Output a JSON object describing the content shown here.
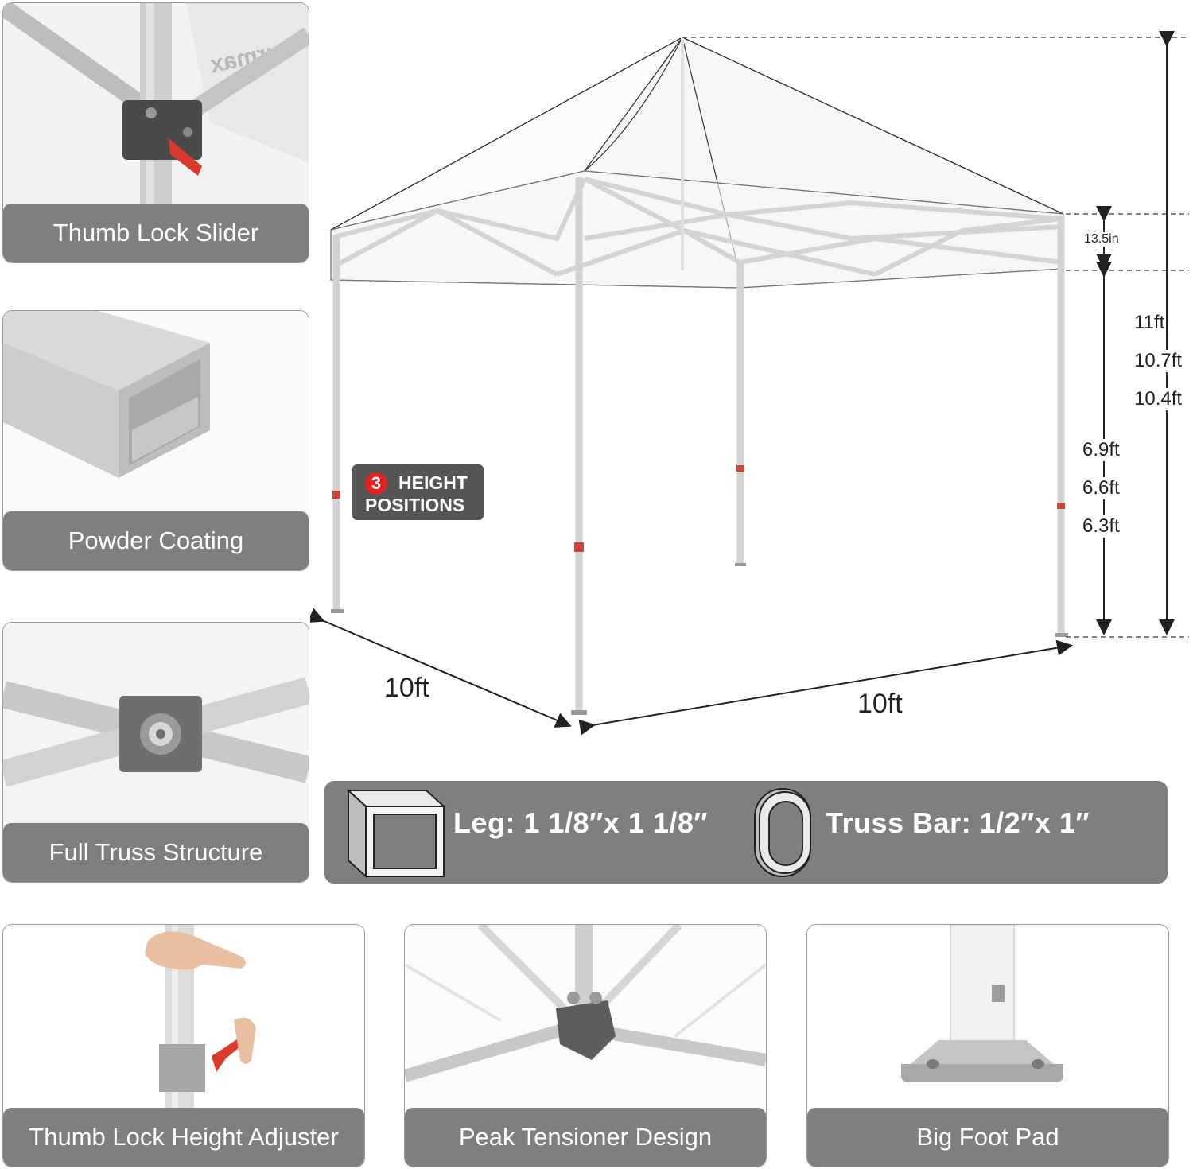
{
  "features": {
    "thumb_lock_slider": "Thumb Lock Slider",
    "powder_coating": "Powder Coating",
    "full_truss_structure": "Full Truss Structure",
    "thumb_lock_height_adjuster": "Thumb Lock Height Adjuster",
    "peak_tensioner_design": "Peak Tensioner Design",
    "big_foot_pad": "Big Foot Pad"
  },
  "dimensions": {
    "valance": "13.5in",
    "total_heights": [
      "11ft",
      "10.7ft",
      "10.4ft"
    ],
    "leg_heights": [
      "6.9ft",
      "6.6ft",
      "6.3ft"
    ],
    "depth": "10ft",
    "width": "10ft"
  },
  "height_badge": {
    "number": "3",
    "line1": "HEIGHT",
    "line2": "POSITIONS"
  },
  "specs": {
    "leg": "Leg: 1 1/8″x 1 1/8″",
    "truss_bar": "Truss Bar: 1/2″x 1″"
  },
  "brand_watermark": "eurmax",
  "colors": {
    "label_bg": "#7f7f7f",
    "badge_bg": "#555555",
    "badge_number": "#e62020",
    "lock_red": "#d93a2b"
  }
}
